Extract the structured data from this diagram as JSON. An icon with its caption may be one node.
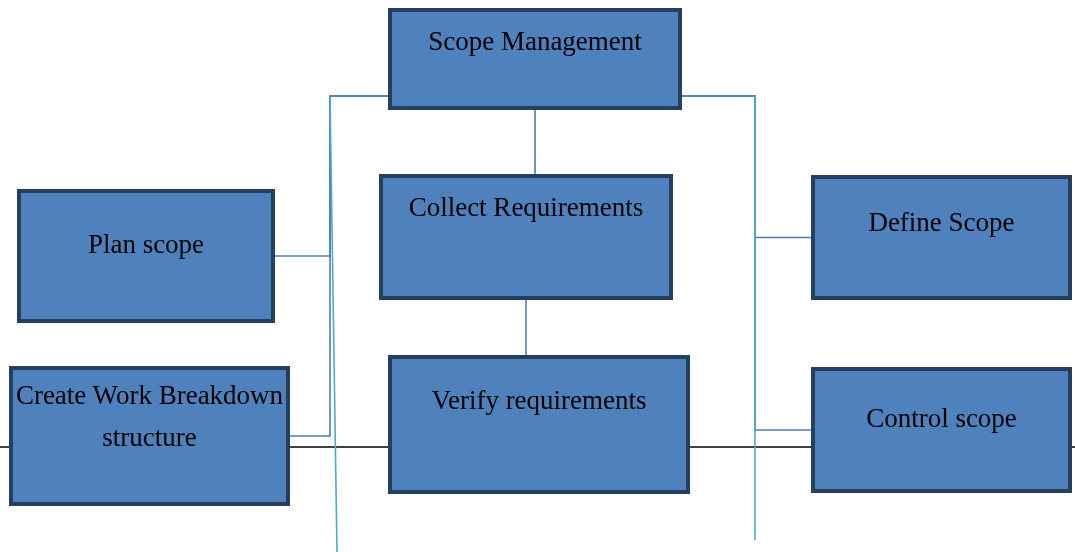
{
  "diagram": {
    "nodes": [
      {
        "text": [
          "Scope Management"
        ]
      },
      {
        "text": [
          "Plan scope"
        ]
      },
      {
        "text": [
          "Collect Requirements"
        ]
      },
      {
        "text": [
          "Define Scope"
        ]
      },
      {
        "text": [
          "Create Work Breakdown structure"
        ]
      },
      {
        "text": [
          "Verify requirements"
        ]
      },
      {
        "text": [
          "Control scope"
        ]
      }
    ],
    "edges": [
      {
        "from": 0,
        "to": 1,
        "arrow": "none"
      },
      {
        "from": 0,
        "to": 2,
        "arrow": "none"
      },
      {
        "from": 0,
        "to": 3,
        "arrow": "none"
      },
      {
        "from": 0,
        "to": 4,
        "arrow": "none"
      },
      {
        "from": 2,
        "to": 5,
        "arrow": "none"
      },
      {
        "from": 0,
        "to": 6,
        "arrow": "none"
      }
    ]
  }
}
